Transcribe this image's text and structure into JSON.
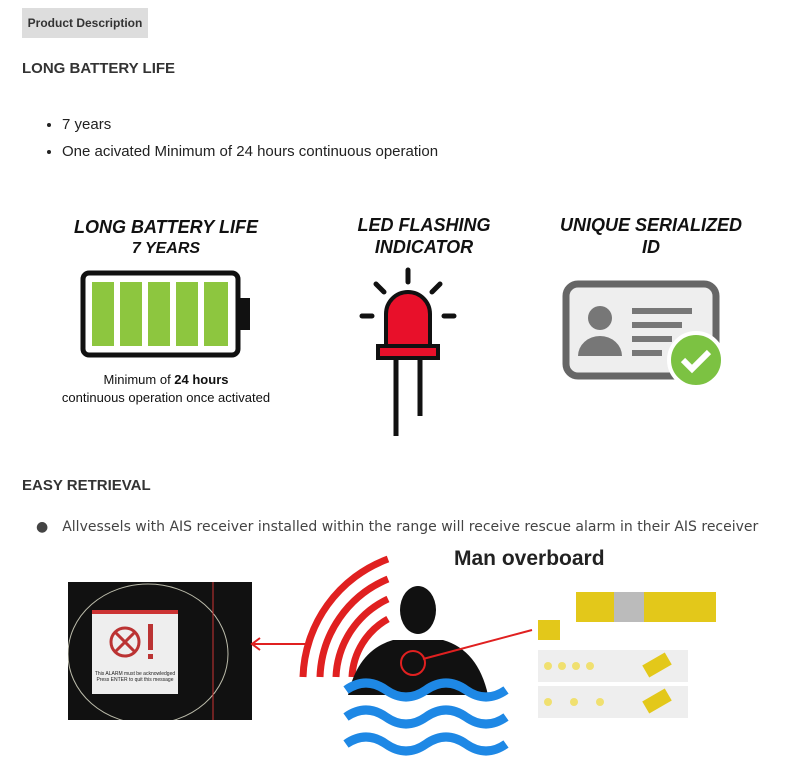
{
  "tab": {
    "label": "Product Description"
  },
  "section1": {
    "heading": "LONG BATTERY LIFE",
    "bullets": [
      "7 years",
      "One acivated Minimum of 24 hours continuous operation"
    ]
  },
  "infographic": {
    "battery": {
      "title": "LONG BATTERY LIFE",
      "subtitle": "7 YEARS",
      "caption_pre": "Minimum of ",
      "caption_bold": "24 hours",
      "caption_line2": "continuous operation once activated"
    },
    "led": {
      "line1": "LED FLASHING",
      "line2": "INDICATOR"
    },
    "id": {
      "line1": "UNIQUE SERIALIZED",
      "line2": "ID"
    }
  },
  "section2": {
    "heading": "EASY RETRIEVAL",
    "bullet": "Allvessels with AIS receiver installed within the range will receive rescue alarm in their AIS receiver"
  },
  "diagram": {
    "title": "Man overboard",
    "alarm_line1": "This ALARM must be acknowledged",
    "alarm_line2": "Press ENTER to quit this message"
  },
  "colors": {
    "battery": "#8dc63f",
    "led": "#e8102a",
    "signal": "#e02020",
    "water": "#1e88e5",
    "check": "#7cc242"
  }
}
